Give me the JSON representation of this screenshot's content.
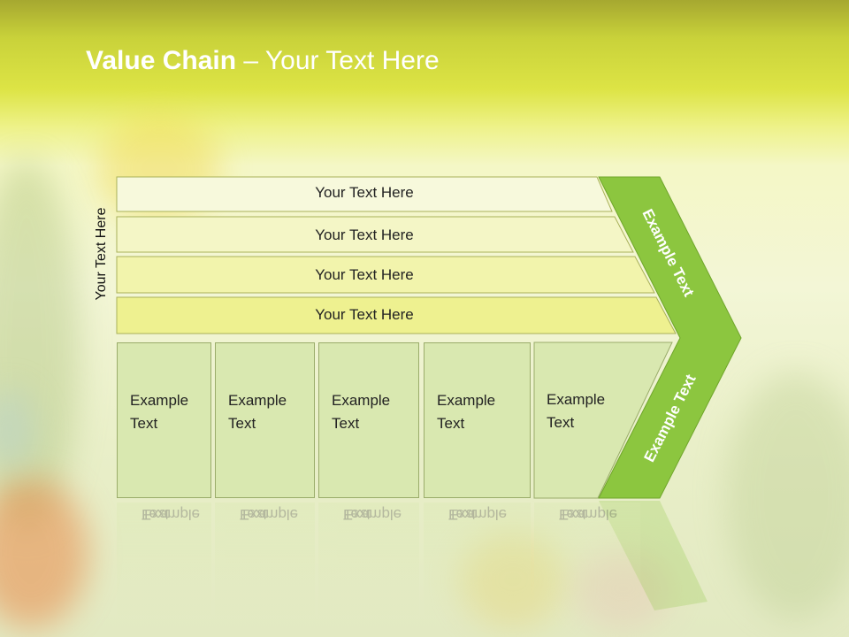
{
  "title": {
    "bold": "Value Chain",
    "rest": " – Your Text Here"
  },
  "side_label": "Your Text Here",
  "bands": [
    "Your Text Here",
    "Your Text Here",
    "Your Text Here",
    "Your Text Here"
  ],
  "boxes": [
    {
      "line1": "Example",
      "line2": "Text"
    },
    {
      "line1": "Example",
      "line2": "Text"
    },
    {
      "line1": "Example",
      "line2": "Text"
    },
    {
      "line1": "Example",
      "line2": "Text"
    },
    {
      "line1": "Example",
      "line2": "Text"
    }
  ],
  "arrow": {
    "upper": "Example Text",
    "lower": "Example Text"
  },
  "colors": {
    "arrow": "#8cc63f",
    "band1": "#f7f9dc",
    "band2": "#f4f6c6",
    "band3": "#f2f4ac",
    "band4": "#eef190",
    "box": "#d9e8b0"
  }
}
